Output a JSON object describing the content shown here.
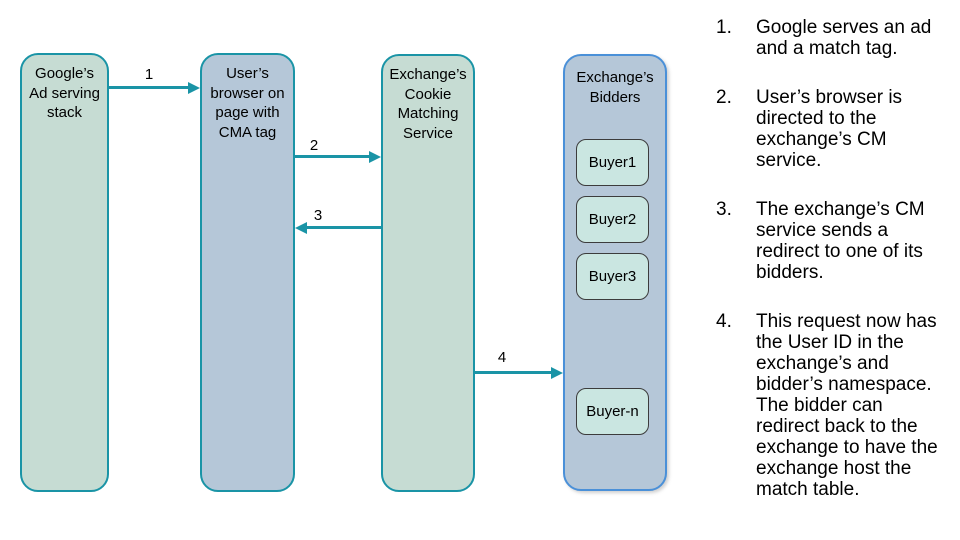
{
  "colors": {
    "sage_fill": "#c6dcd3",
    "bluegray_fill": "#b5c7d8",
    "teal_border_arrow": "#1a94a6",
    "bidders_blue_border": "#4a90d8",
    "buyer_fill": "#cae6e1",
    "buyer_border": "#3c3c3c",
    "text": "#000000"
  },
  "nodes": {
    "google": {
      "label": "Google’s\nAd serving\nstack"
    },
    "browser": {
      "label": "User’s\nbrowser on\npage with\nCMA tag"
    },
    "cm_service": {
      "label": "Exchange’s\nCookie\nMatching\nService"
    },
    "bidders": {
      "title": "Exchange’s\nBidders",
      "buyers": [
        {
          "label": "Buyer1"
        },
        {
          "label": "Buyer2"
        },
        {
          "label": "Buyer3"
        },
        {
          "label": "Buyer-n"
        }
      ]
    }
  },
  "arrows": [
    {
      "label": "1"
    },
    {
      "label": "2"
    },
    {
      "label": "3"
    },
    {
      "label": "4"
    }
  ],
  "steps": [
    {
      "num": "1.",
      "text": "Google serves an ad\nand a match tag."
    },
    {
      "num": "2.",
      "text": "User’s browser is\ndirected to the\nexchange’s CM\nservice."
    },
    {
      "num": "3.",
      "text": "The exchange’s CM\nservice sends a\nredirect to one of its\nbidders."
    },
    {
      "num": "4.",
      "text": "This request now has\nthe User ID in the\nexchange’s and\nbidder’s namespace.\nThe bidder can\nredirect back to the\nexchange to have the\nexchange host the\nmatch table."
    }
  ]
}
